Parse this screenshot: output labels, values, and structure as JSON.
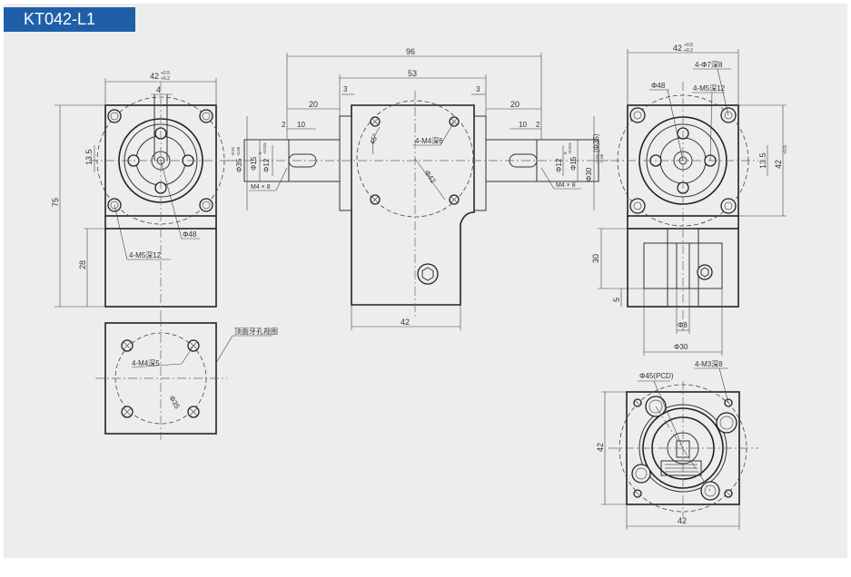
{
  "title": "KT042-L1",
  "dims": {
    "d42_tol_left": "42",
    "tol_plus": "+0.5",
    "tol_minus": "+0.2",
    "d4": "4",
    "d13_5": "13.5",
    "d75": "75",
    "d28": "28",
    "phi48": "Φ48",
    "m5_left": "4-M5深12",
    "d96": "96",
    "d53": "53",
    "d20a": "20",
    "d20b": "20",
    "d3a": "3",
    "d3b": "3",
    "d2a": "2",
    "d2b": "2",
    "d10a": "10",
    "d10b": "10",
    "phi35": "Φ35",
    "phi35_tol_hi": "-0.01",
    "phi35_tol_lo": "-0.05",
    "phi15a": "Φ15",
    "phi15b": "Φ15",
    "phi12a": "Φ12",
    "phi12b": "Φ12",
    "phi12_tol_hi": "0",
    "phi12_tol_lo": "-0.015",
    "m4x8a": "M4 × 8",
    "m4x8b": "M4 × 8",
    "m4_deep6": "4-M4深6",
    "ang45": "45°",
    "phi42": "Φ42",
    "d42_bottom_mid": "42",
    "phi30_35": "Φ30",
    "phi30_tol_hi": "-0.01",
    "phi30_tol_lo": "-0.05",
    "phi35_paren": "(Φ35)",
    "d42_tol_right": "42",
    "phi7_deep8": "4-Φ7深8",
    "phi48_right": "Φ48",
    "m5_right": "4-M5深12",
    "d13_5_right": "13.5",
    "d42_vert_right": "42",
    "d30": "30",
    "d5": "5",
    "phi8": "Φ8",
    "phi30": "Φ30",
    "top_view_label": "顶面牙孔视图",
    "m4_deep5": "4-M4深5",
    "phi35_top": "Φ35",
    "pcd45": "Φ45(PCD)",
    "m3_deep8": "4-M3深8",
    "d42_br_vert": "42",
    "d42_br_horz": "42"
  }
}
